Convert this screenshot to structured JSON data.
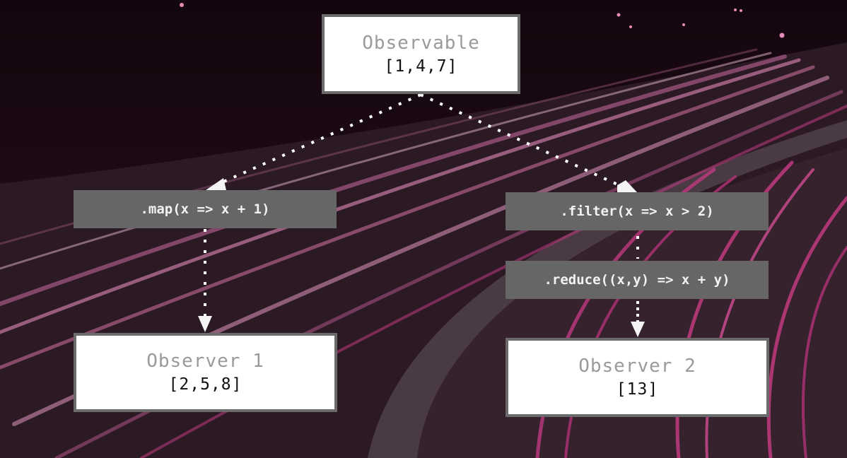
{
  "diagram": {
    "observable": {
      "title": "Observable",
      "value": "[1,4,7]"
    },
    "operators": {
      "map": ".map(x => x + 1)",
      "filter": ".filter(x => x > 2)",
      "reduce": ".reduce((x,y) => x + y)"
    },
    "observers": [
      {
        "title": "Observer 1",
        "value": "[2,5,8]"
      },
      {
        "title": "Observer 2",
        "value": "[13]"
      }
    ],
    "edges": [
      {
        "from": "observable",
        "to": "map",
        "style": "dotted-arrow"
      },
      {
        "from": "observable",
        "to": "filter",
        "style": "dotted-arrow"
      },
      {
        "from": "map",
        "to": "observer-1",
        "style": "dotted-arrow"
      },
      {
        "from": "filter",
        "to": "reduce",
        "style": "dotted"
      },
      {
        "from": "reduce",
        "to": "observer-2",
        "style": "dotted-arrow"
      }
    ]
  },
  "colors": {
    "background": "#1a0812",
    "light_trails": "#c0397f",
    "box_fill": "#ffffff",
    "box_border": "#6b6b6b",
    "operator_fill": "#666666",
    "title_text": "#9a9a9a",
    "value_text": "#111111",
    "connector": "#ffffff"
  }
}
